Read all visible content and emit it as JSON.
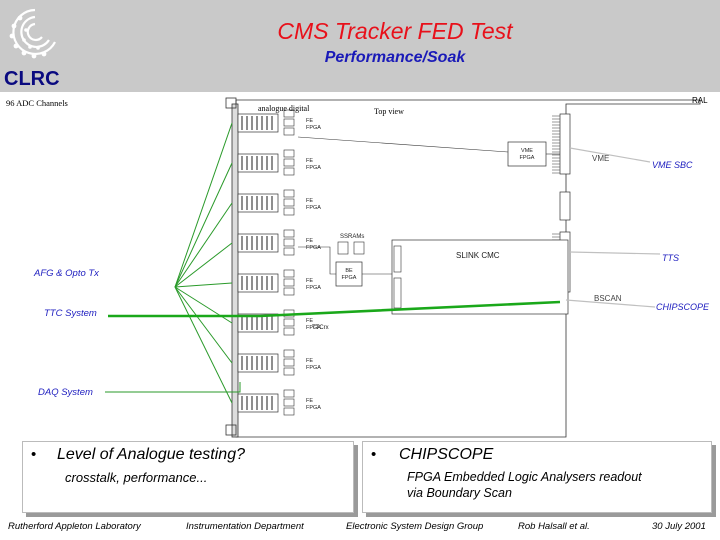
{
  "slide": {
    "title": "CMS Tracker FED Test",
    "subtitle": "Performance/Soak",
    "logo_text": "CLRC"
  },
  "diagram": {
    "channels_label": "96 ADC Channels",
    "analogue_digital_label": "analogue  digital",
    "top_view_label": "Top view",
    "ral_label": "RAL",
    "fe_fpga_label": "FE\nFPGA",
    "vme_fpga_label": "VME\nFPGA",
    "vme_label": "VME",
    "vme_sbc_label": "VME SBC",
    "ssram_label": "SSRAMs",
    "slink_label": "SLINK CMC",
    "be_fpga_label": "BE\nFPGA",
    "tts_label": "TTS",
    "afg_label": "AFG & Opto Tx",
    "bscan_label": "BSCAN",
    "chipscope_label": "CHIPSCOPE",
    "ttc_system_label": "TTC System",
    "ttcrx_label": "TTCrx",
    "daq_system_label": "DAQ System"
  },
  "bullets": {
    "left_heading": "Level of Analogue testing?",
    "left_detail": "crosstalk, performance...",
    "right_heading": "CHIPSCOPE",
    "right_detail_1": "FPGA Embedded Logic Analysers readout",
    "right_detail_2": "via Boundary Scan",
    "bullet_char": "•"
  },
  "footer": {
    "org": "Rutherford Appleton Laboratory",
    "dept": "Instrumentation Department",
    "group": "Electronic System Design Group",
    "author": "Rob Halsall et al.",
    "date": "30 July 2001"
  },
  "colors": {
    "title": "#e8101a",
    "subtitle": "#1a1ab8",
    "label_blue": "#2020c0",
    "label_green": "#2a9a2a",
    "ttc_line": "#1aa81a",
    "header_bg": "#c9c9c9"
  }
}
